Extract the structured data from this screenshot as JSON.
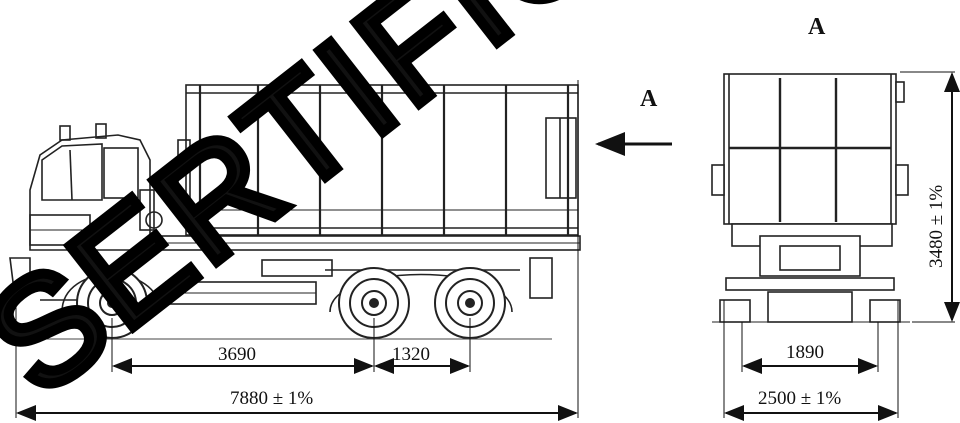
{
  "view_arrow_label": "A",
  "view_title": "A",
  "dimensions": {
    "wheelbase_front": "3690",
    "wheelbase_rear": "1320",
    "overall_length": "7880 ± 1%",
    "overall_height": "3480 ± 1%",
    "track_width": "1890",
    "overall_width": "2500 ± 1%"
  },
  "watermark": "SERTIFICATE"
}
